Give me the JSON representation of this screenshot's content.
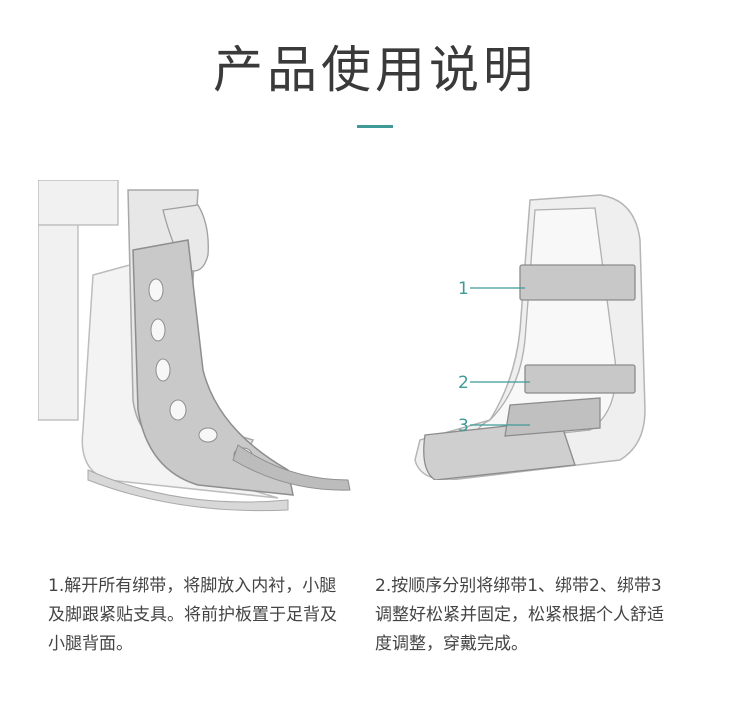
{
  "page": {
    "title": "产品使用说明"
  },
  "callouts": [
    {
      "label": "1"
    },
    {
      "label": "2"
    },
    {
      "label": "3"
    }
  ],
  "steps": [
    {
      "text": "1.解开所有绑带，将脚放入内衬，小腿及脚跟紧贴支具。将前护板置于足背及小腿背面。"
    },
    {
      "text": "2.按顺序分别将绑带1、绑带2、绑带3调整好松紧并固定，松紧根据个人舒适度调整，穿戴完成。"
    }
  ],
  "colors": {
    "accent": "#3f9a97",
    "text": "#444444",
    "title": "#3a3a3a"
  }
}
